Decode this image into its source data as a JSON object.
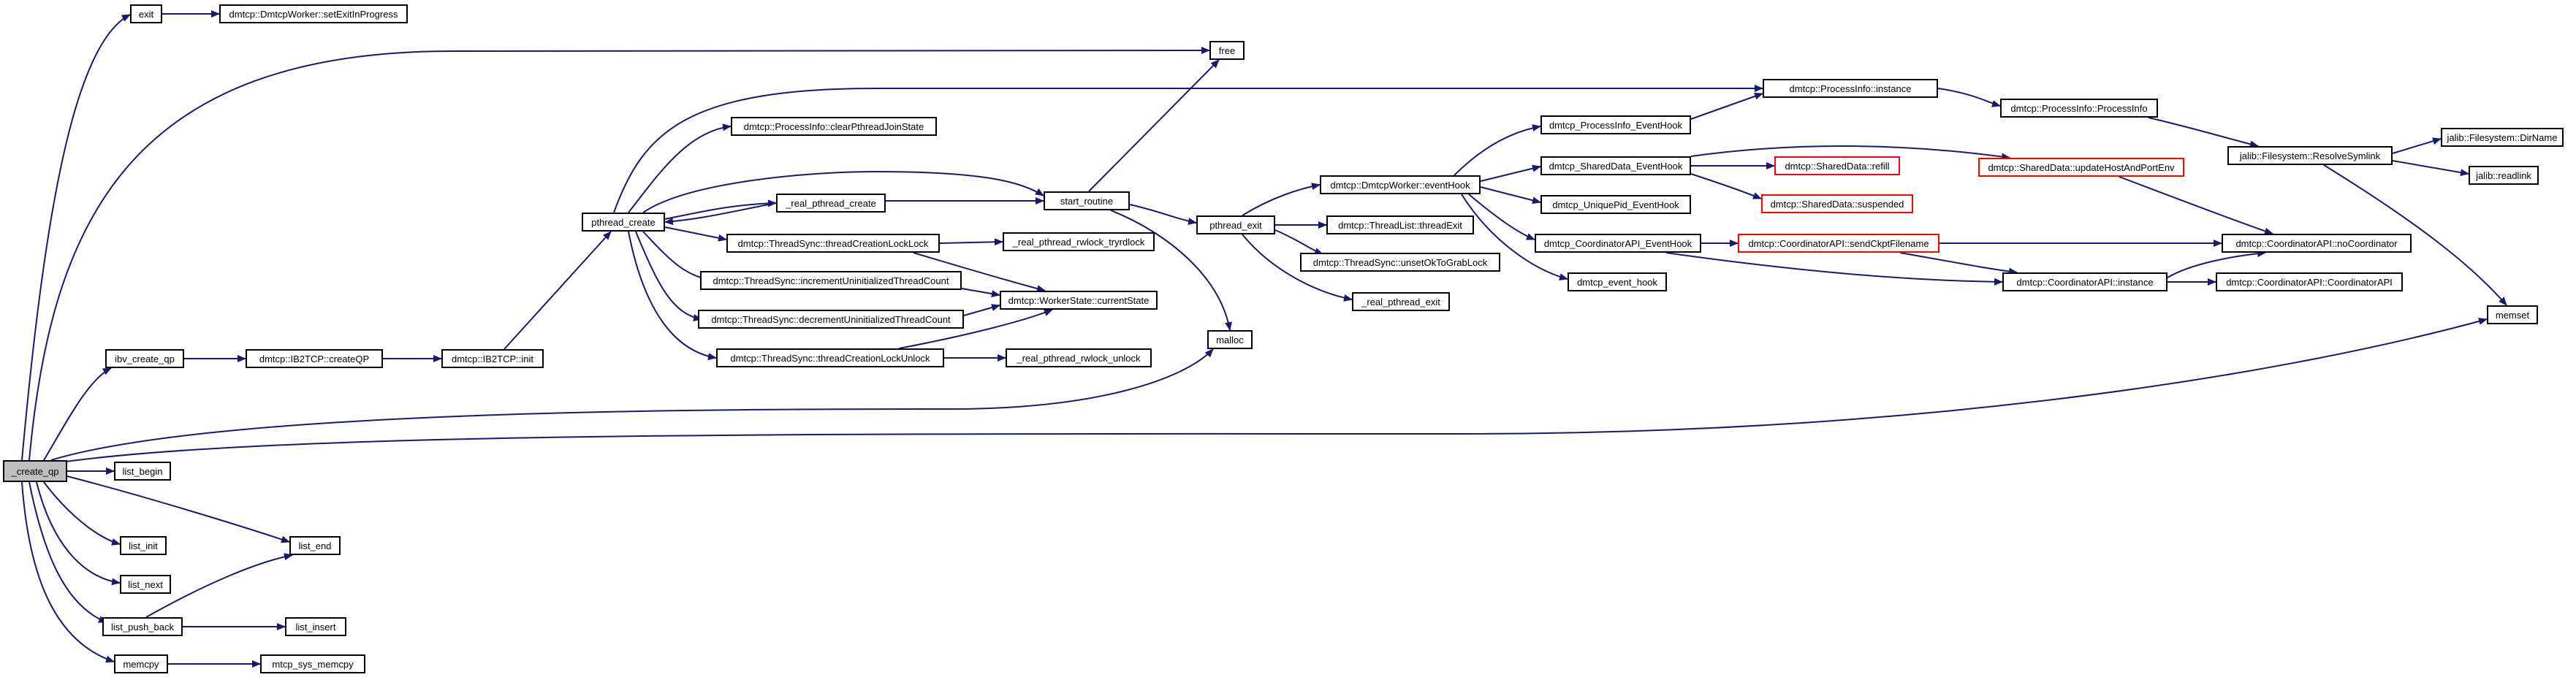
{
  "colors": {
    "edge": "#191970",
    "node_border": "#000000",
    "truncated_border": "#ff0000",
    "root_fill": "#bfbfbf",
    "background": "#ffffff"
  },
  "root": "_create_qp",
  "nodes": [
    {
      "id": "create_qp",
      "label": "_create_qp"
    },
    {
      "id": "exit",
      "label": "exit"
    },
    {
      "id": "setExitInProgress",
      "label": "dmtcp::DmtcpWorker::setExitInProgress"
    },
    {
      "id": "free",
      "label": "free"
    },
    {
      "id": "pi_instance",
      "label": "dmtcp::ProcessInfo::instance"
    },
    {
      "id": "pi_ctor",
      "label": "dmtcp::ProcessInfo::ProcessInfo"
    },
    {
      "id": "resolveSymlink",
      "label": "jalib::Filesystem::ResolveSymlink"
    },
    {
      "id": "dirName",
      "label": "jalib::Filesystem::DirName"
    },
    {
      "id": "readlink",
      "label": "jalib::readlink"
    },
    {
      "id": "clearPthreadJoinState",
      "label": "dmtcp::ProcessInfo::clearPthreadJoinState"
    },
    {
      "id": "pi_eventHook",
      "label": "dmtcp_ProcessInfo_EventHook"
    },
    {
      "id": "eventHook",
      "label": "dmtcp::DmtcpWorker::eventHook"
    },
    {
      "id": "sd_eventHook",
      "label": "dmtcp_SharedData_EventHook"
    },
    {
      "id": "refill",
      "label": "dmtcp::SharedData::refill",
      "truncated": true
    },
    {
      "id": "updateHostAndPortEnv",
      "label": "dmtcp::SharedData::updateHostAndPortEnv",
      "truncated": true
    },
    {
      "id": "suspended",
      "label": "dmtcp::SharedData::suspended",
      "truncated": true
    },
    {
      "id": "pthread_create",
      "label": "pthread_create"
    },
    {
      "id": "real_pthread_create",
      "label": "_real_pthread_create"
    },
    {
      "id": "start_routine",
      "label": "start_routine"
    },
    {
      "id": "pthread_exit",
      "label": "pthread_exit"
    },
    {
      "id": "threadExit",
      "label": "dmtcp::ThreadList::threadExit"
    },
    {
      "id": "uniquePid_eventHook",
      "label": "dmtcp_UniquePid_EventHook"
    },
    {
      "id": "unsetOkToGrabLock",
      "label": "dmtcp::ThreadSync::unsetOkToGrabLock"
    },
    {
      "id": "threadCreationLockLock",
      "label": "dmtcp::ThreadSync::threadCreationLockLock"
    },
    {
      "id": "rwlock_tryrdlock",
      "label": "_real_pthread_rwlock_tryrdlock"
    },
    {
      "id": "ca_eventHook",
      "label": "dmtcp_CoordinatorAPI_EventHook"
    },
    {
      "id": "sendCkptFilename",
      "label": "dmtcp::CoordinatorAPI::sendCkptFilename",
      "truncated": true
    },
    {
      "id": "noCoordinator",
      "label": "dmtcp::CoordinatorAPI::noCoordinator"
    },
    {
      "id": "incUninit",
      "label": "dmtcp::ThreadSync::incrementUninitializedThreadCount"
    },
    {
      "id": "real_pthread_exit",
      "label": "_real_pthread_exit"
    },
    {
      "id": "event_hook",
      "label": "dmtcp_event_hook"
    },
    {
      "id": "ca_instance",
      "label": "dmtcp::CoordinatorAPI::instance"
    },
    {
      "id": "ca_ctor",
      "label": "dmtcp::CoordinatorAPI::CoordinatorAPI"
    },
    {
      "id": "currentState",
      "label": "dmtcp::WorkerState::currentState"
    },
    {
      "id": "decUninit",
      "label": "dmtcp::ThreadSync::decrementUninitializedThreadCount"
    },
    {
      "id": "memset",
      "label": "memset"
    },
    {
      "id": "malloc",
      "label": "malloc"
    },
    {
      "id": "ibv_create_qp",
      "label": "ibv_create_qp"
    },
    {
      "id": "createQP",
      "label": "dmtcp::IB2TCP::createQP"
    },
    {
      "id": "ib2tcp_init",
      "label": "dmtcp::IB2TCP::init"
    },
    {
      "id": "threadCreationLockUnlock",
      "label": "dmtcp::ThreadSync::threadCreationLockUnlock"
    },
    {
      "id": "rwlock_unlock",
      "label": "_real_pthread_rwlock_unlock"
    },
    {
      "id": "list_begin",
      "label": "list_begin"
    },
    {
      "id": "list_init",
      "label": "list_init"
    },
    {
      "id": "list_end",
      "label": "list_end"
    },
    {
      "id": "list_next",
      "label": "list_next"
    },
    {
      "id": "list_push_back",
      "label": "list_push_back"
    },
    {
      "id": "list_insert",
      "label": "list_insert"
    },
    {
      "id": "memcpy",
      "label": "memcpy"
    },
    {
      "id": "mtcp_sys_memcpy",
      "label": "mtcp_sys_memcpy"
    }
  ],
  "edges": [
    [
      "create_qp",
      "exit"
    ],
    [
      "exit",
      "setExitInProgress"
    ],
    [
      "create_qp",
      "free"
    ],
    [
      "create_qp",
      "ibv_create_qp"
    ],
    [
      "ibv_create_qp",
      "createQP"
    ],
    [
      "createQP",
      "ib2tcp_init"
    ],
    [
      "ib2tcp_init",
      "pthread_create"
    ],
    [
      "create_qp",
      "malloc"
    ],
    [
      "create_qp",
      "memset"
    ],
    [
      "create_qp",
      "list_begin"
    ],
    [
      "create_qp",
      "list_end"
    ],
    [
      "create_qp",
      "list_init"
    ],
    [
      "create_qp",
      "list_next"
    ],
    [
      "create_qp",
      "list_push_back"
    ],
    [
      "create_qp",
      "memcpy"
    ],
    [
      "list_push_back",
      "list_end"
    ],
    [
      "list_push_back",
      "list_insert"
    ],
    [
      "memcpy",
      "mtcp_sys_memcpy"
    ],
    [
      "pthread_create",
      "pi_instance"
    ],
    [
      "pthread_create",
      "clearPthreadJoinState"
    ],
    [
      "pthread_create",
      "real_pthread_create"
    ],
    [
      "pthread_create",
      "start_routine"
    ],
    [
      "pthread_create",
      "threadCreationLockLock"
    ],
    [
      "pthread_create",
      "incUninit"
    ],
    [
      "pthread_create",
      "decUninit"
    ],
    [
      "pthread_create",
      "threadCreationLockUnlock"
    ],
    [
      "real_pthread_create",
      "pthread_create"
    ],
    [
      "real_pthread_create",
      "start_routine"
    ],
    [
      "threadCreationLockLock",
      "rwlock_tryrdlock"
    ],
    [
      "threadCreationLockLock",
      "currentState"
    ],
    [
      "incUninit",
      "currentState"
    ],
    [
      "decUninit",
      "currentState"
    ],
    [
      "threadCreationLockUnlock",
      "rwlock_unlock"
    ],
    [
      "threadCreationLockUnlock",
      "currentState"
    ],
    [
      "start_routine",
      "free"
    ],
    [
      "start_routine",
      "pthread_exit"
    ],
    [
      "start_routine",
      "malloc"
    ],
    [
      "pthread_exit",
      "eventHook"
    ],
    [
      "pthread_exit",
      "threadExit"
    ],
    [
      "pthread_exit",
      "unsetOkToGrabLock"
    ],
    [
      "pthread_exit",
      "real_pthread_exit"
    ],
    [
      "eventHook",
      "pi_eventHook"
    ],
    [
      "eventHook",
      "sd_eventHook"
    ],
    [
      "eventHook",
      "uniquePid_eventHook"
    ],
    [
      "eventHook",
      "ca_eventHook"
    ],
    [
      "eventHook",
      "event_hook"
    ],
    [
      "pi_eventHook",
      "pi_instance"
    ],
    [
      "pi_instance",
      "pi_ctor"
    ],
    [
      "pi_ctor",
      "resolveSymlink"
    ],
    [
      "resolveSymlink",
      "dirName"
    ],
    [
      "resolveSymlink",
      "readlink"
    ],
    [
      "resolveSymlink",
      "memset"
    ],
    [
      "sd_eventHook",
      "refill"
    ],
    [
      "sd_eventHook",
      "updateHostAndPortEnv"
    ],
    [
      "sd_eventHook",
      "suspended"
    ],
    [
      "updateHostAndPortEnv",
      "noCoordinator"
    ],
    [
      "ca_eventHook",
      "sendCkptFilename"
    ],
    [
      "ca_eventHook",
      "ca_instance"
    ],
    [
      "sendCkptFilename",
      "noCoordinator"
    ],
    [
      "sendCkptFilename",
      "ca_instance"
    ],
    [
      "ca_instance",
      "noCoordinator"
    ],
    [
      "ca_instance",
      "ca_ctor"
    ]
  ]
}
